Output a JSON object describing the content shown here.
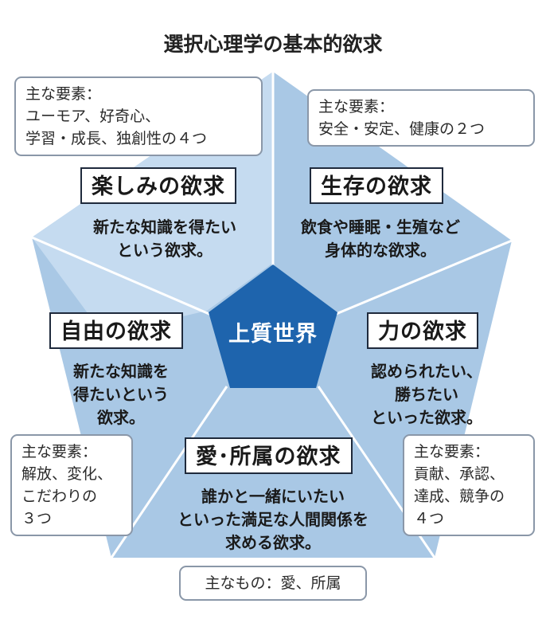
{
  "title": "選択心理学の基本的欲求",
  "center": "上質世界",
  "colors": {
    "pentagon_fill": "#a9c8e5",
    "center_fill": "#1e64ad",
    "divider": "#ffffff",
    "note_border": "#8a97a8"
  },
  "needs": {
    "fun": {
      "label": "楽しみの欲求",
      "desc": [
        "新たな知識を得たい",
        "という欲求。"
      ],
      "note": [
        "主な要素：",
        "ユーモア、好奇心、",
        "学習・成長、独創性の４つ"
      ]
    },
    "survival": {
      "label": "生存の欲求",
      "desc": [
        "飲食や睡眠・生殖など",
        "身体的な欲求。"
      ],
      "note": [
        "主な要素：",
        "安全・安定、健康の２つ"
      ]
    },
    "freedom": {
      "label": "自由の欲求",
      "desc": [
        "新たな知識を",
        "得たいという",
        "欲求。"
      ],
      "note": [
        "主な要素：",
        "解放、変化、",
        "こだわりの",
        "３つ"
      ]
    },
    "power": {
      "label": "力の欲求",
      "desc": [
        "認められたい、",
        "勝ちたい",
        "といった欲求。"
      ],
      "note": [
        "主な要素：",
        "貢献、承認、",
        "達成、競争の",
        "４つ"
      ]
    },
    "love": {
      "label": "愛･所属の欲求",
      "desc": [
        "誰かと一緒にいたい",
        "といった満足な人間関係を",
        "求める欲求。"
      ],
      "note": [
        "主なもの：愛、所属"
      ]
    }
  }
}
